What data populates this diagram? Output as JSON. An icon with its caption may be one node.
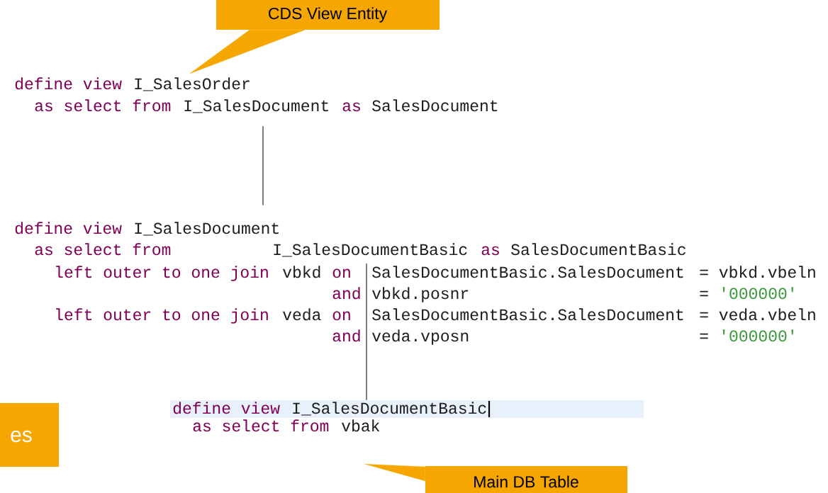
{
  "diagram": {
    "nodes": [
      {
        "text": [
          "CDS View Entity"
        ]
      },
      {
        "text": [
          "define view",
          "I_SalesOrder",
          "as select from",
          "I_SalesDocument",
          "as",
          "SalesDocument"
        ]
      },
      {
        "text": [
          "define view",
          "I_SalesDocument",
          "as select from",
          "I_SalesDocumentBasic",
          "as",
          "SalesDocumentBasic",
          "left outer to one join",
          "vbkd",
          "on",
          "SalesDocumentBasic.SalesDocument",
          "= vbkd.vbeln",
          "and",
          "vbkd.posnr",
          "=",
          "'000000'",
          "left outer to one join",
          "veda",
          "on",
          "SalesDocumentBasic.SalesDocument",
          "= veda.vbeln",
          "and",
          "veda.vposn",
          "=",
          "'000000'"
        ]
      },
      {
        "text": [
          "define view",
          "I_SalesDocumentBasic",
          "as select from",
          "vbak"
        ]
      },
      {
        "text": [
          "Main DB Table"
        ]
      },
      {
        "text": [
          "es"
        ]
      }
    ],
    "edges": [
      {
        "from": 0,
        "to": 1,
        "arrow": "none"
      },
      {
        "from": 1,
        "to": 2,
        "arrow": "none"
      },
      {
        "from": 2,
        "to": 3,
        "arrow": "none"
      },
      {
        "from": 4,
        "to": 3,
        "arrow": "none"
      }
    ]
  }
}
